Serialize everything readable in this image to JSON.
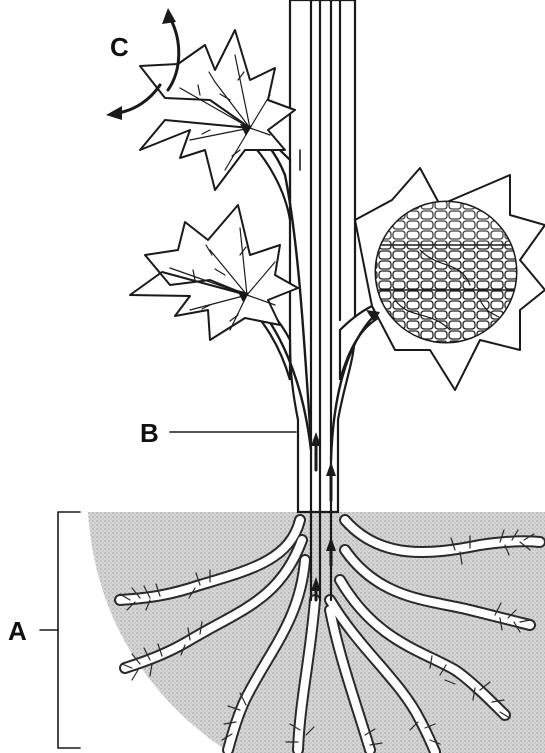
{
  "labels": {
    "a": "A",
    "b": "B",
    "c": "C"
  },
  "colors": {
    "soil": "#d2d2d2",
    "ink": "#1a1a1a",
    "background": "#ffffff"
  }
}
